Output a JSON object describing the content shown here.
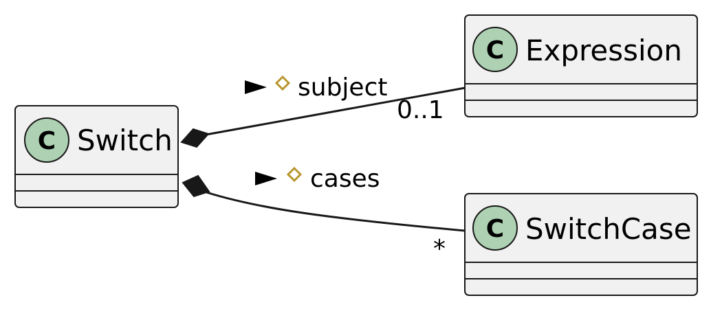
{
  "colors": {
    "class_fill": "#f1f1f1",
    "class_border": "#181818",
    "stereotype_circle": "#add1b2",
    "line": "#181818",
    "visibility_diamond": "#b8962e"
  },
  "classes": {
    "switch": {
      "name": "Switch",
      "stereotype_glyph": "C"
    },
    "expression": {
      "name": "Expression",
      "stereotype_glyph": "C"
    },
    "switch_case": {
      "name": "SwitchCase",
      "stereotype_glyph": "C"
    }
  },
  "associations": {
    "subject": {
      "label": "subject",
      "multiplicity": "0..1",
      "direction_icon": "arrow-right-icon",
      "visibility_icon": "protected-diamond-icon",
      "end_icon": "composition-diamond-icon"
    },
    "cases": {
      "label": "cases",
      "multiplicity": "*",
      "direction_icon": "arrow-right-icon",
      "visibility_icon": "protected-diamond-icon",
      "end_icon": "composition-diamond-icon"
    }
  }
}
